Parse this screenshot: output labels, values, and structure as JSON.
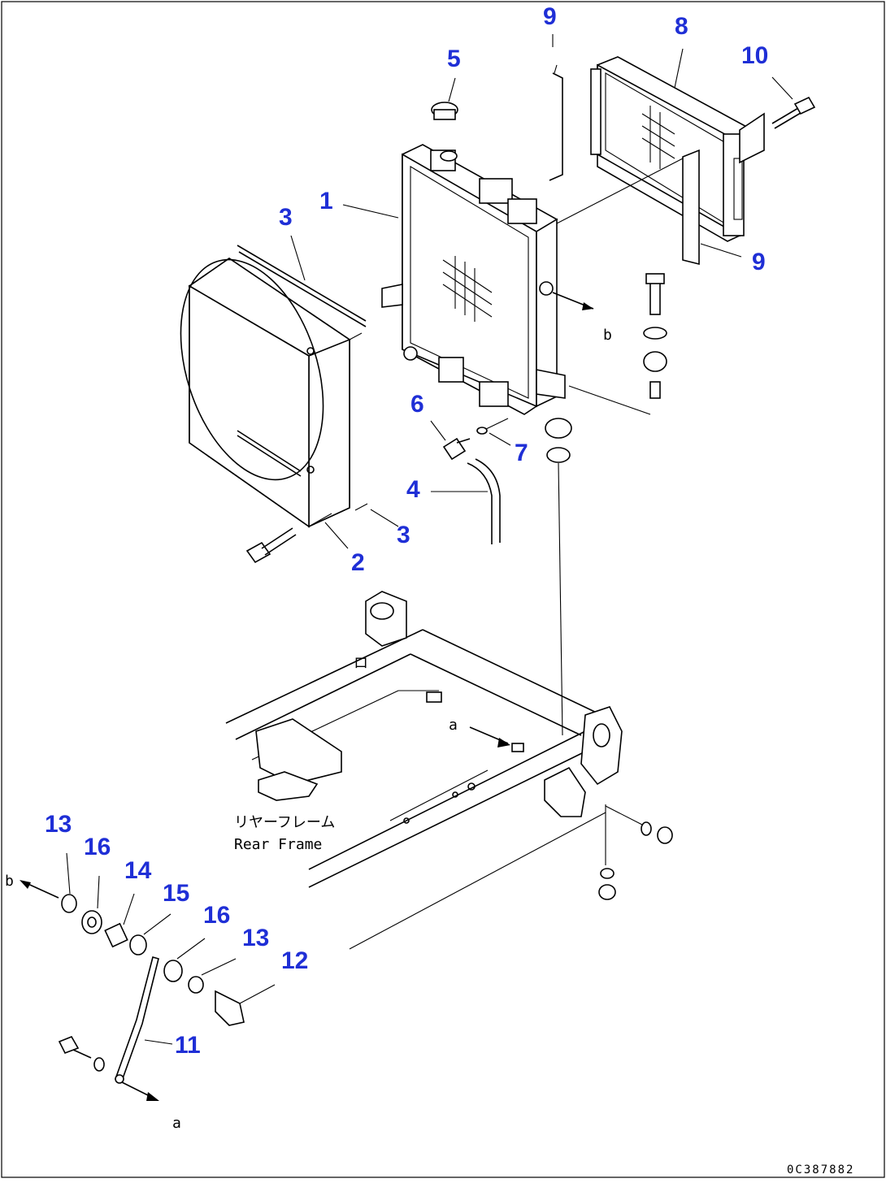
{
  "callouts": {
    "c1": "1",
    "c2": "2",
    "c3a": "3",
    "c3b": "3",
    "c4": "4",
    "c5": "5",
    "c6": "6",
    "c7": "7",
    "c8": "8",
    "c9a": "9",
    "c9b": "9",
    "c10": "10",
    "c11": "11",
    "c12": "12",
    "c13a": "13",
    "c13b": "13",
    "c14": "14",
    "c15": "15",
    "c16a": "16",
    "c16b": "16"
  },
  "refs": {
    "b_top": "b",
    "b_left": "b",
    "a_frame": "a",
    "a_bottom": "a"
  },
  "labels": {
    "rear_frame_jp": "リヤーフレーム",
    "rear_frame_en": "Rear Frame",
    "drawing_code": "0C387882"
  }
}
